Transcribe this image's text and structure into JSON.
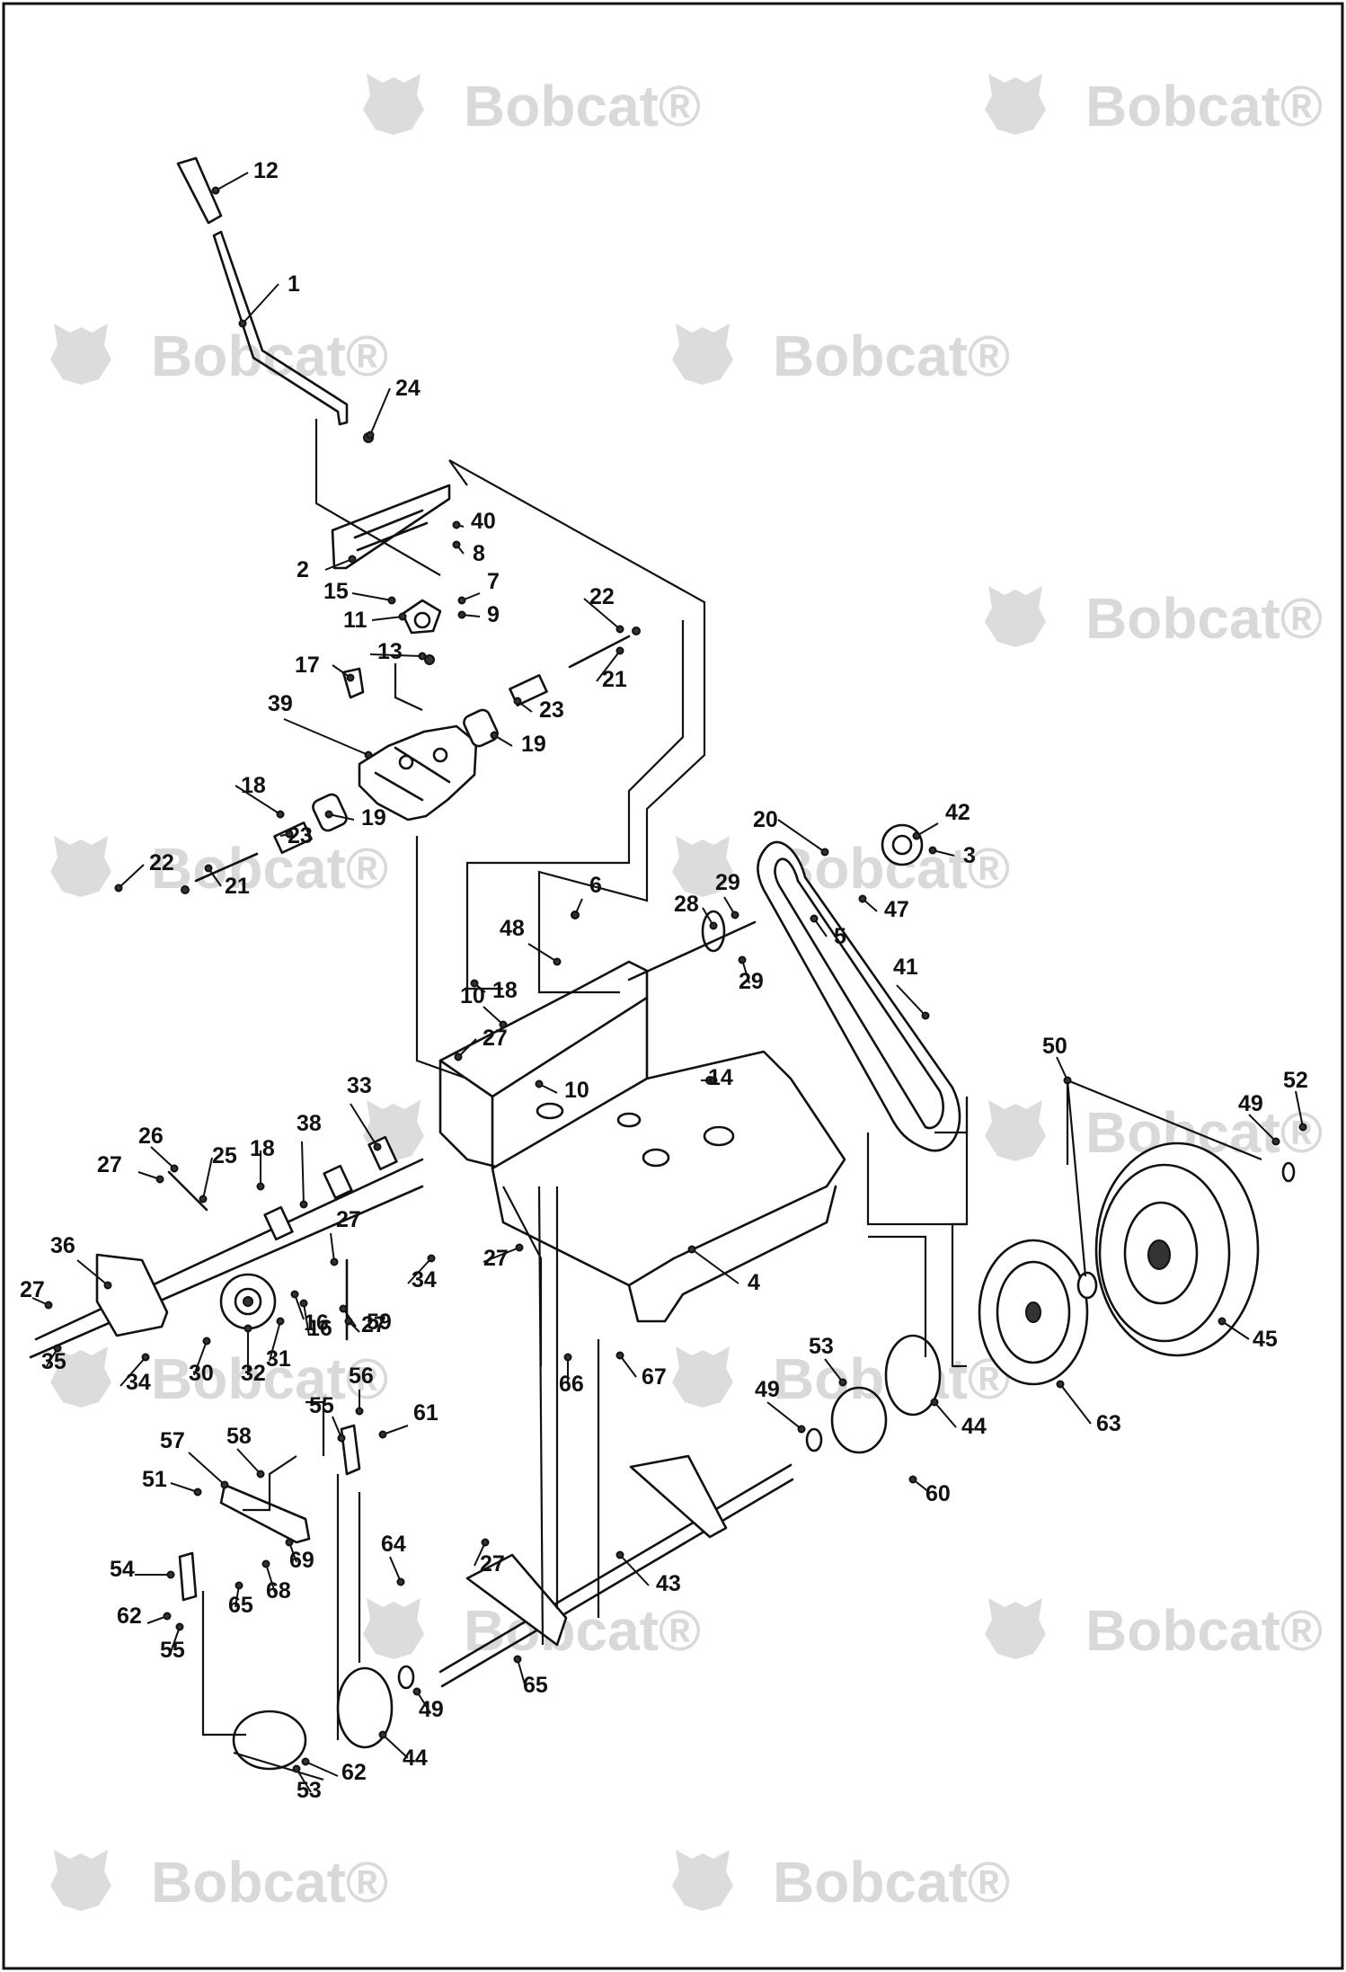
{
  "watermark": {
    "text": "Bobcat",
    "mark": "®",
    "color": "#d9d9d9"
  },
  "callouts": [
    {
      "n": "1"
    },
    {
      "n": "2"
    },
    {
      "n": "3"
    },
    {
      "n": "4"
    },
    {
      "n": "5"
    },
    {
      "n": "6"
    },
    {
      "n": "7"
    },
    {
      "n": "8"
    },
    {
      "n": "9"
    },
    {
      "n": "10"
    },
    {
      "n": "10"
    },
    {
      "n": "11"
    },
    {
      "n": "12"
    },
    {
      "n": "13"
    },
    {
      "n": "14"
    },
    {
      "n": "15"
    },
    {
      "n": "16"
    },
    {
      "n": "17"
    },
    {
      "n": "18"
    },
    {
      "n": "18"
    },
    {
      "n": "18"
    },
    {
      "n": "19"
    },
    {
      "n": "19"
    },
    {
      "n": "20"
    },
    {
      "n": "21"
    },
    {
      "n": "21"
    },
    {
      "n": "22"
    },
    {
      "n": "22"
    },
    {
      "n": "23"
    },
    {
      "n": "23"
    },
    {
      "n": "24"
    },
    {
      "n": "25"
    },
    {
      "n": "26"
    },
    {
      "n": "27"
    },
    {
      "n": "27"
    },
    {
      "n": "27"
    },
    {
      "n": "27"
    },
    {
      "n": "27"
    },
    {
      "n": "27"
    },
    {
      "n": "27"
    },
    {
      "n": "28"
    },
    {
      "n": "29"
    },
    {
      "n": "29"
    },
    {
      "n": "30"
    },
    {
      "n": "31"
    },
    {
      "n": "32"
    },
    {
      "n": "33"
    },
    {
      "n": "34"
    },
    {
      "n": "34"
    },
    {
      "n": "35"
    },
    {
      "n": "36"
    },
    {
      "n": "38"
    },
    {
      "n": "39"
    },
    {
      "n": "40"
    },
    {
      "n": "41"
    },
    {
      "n": "42"
    },
    {
      "n": "43"
    },
    {
      "n": "44"
    },
    {
      "n": "44"
    },
    {
      "n": "45"
    },
    {
      "n": "47"
    },
    {
      "n": "48"
    },
    {
      "n": "49"
    },
    {
      "n": "49"
    },
    {
      "n": "49"
    },
    {
      "n": "50"
    },
    {
      "n": "51"
    },
    {
      "n": "52"
    },
    {
      "n": "53"
    },
    {
      "n": "53"
    },
    {
      "n": "54"
    },
    {
      "n": "55"
    },
    {
      "n": "55"
    },
    {
      "n": "56"
    },
    {
      "n": "57"
    },
    {
      "n": "58"
    },
    {
      "n": "59"
    },
    {
      "n": "60"
    },
    {
      "n": "61"
    },
    {
      "n": "62"
    },
    {
      "n": "62"
    },
    {
      "n": "63"
    },
    {
      "n": "64"
    },
    {
      "n": "65"
    },
    {
      "n": "65"
    },
    {
      "n": "66"
    },
    {
      "n": "67"
    },
    {
      "n": "68"
    },
    {
      "n": "69"
    },
    {
      "n": "16"
    }
  ]
}
